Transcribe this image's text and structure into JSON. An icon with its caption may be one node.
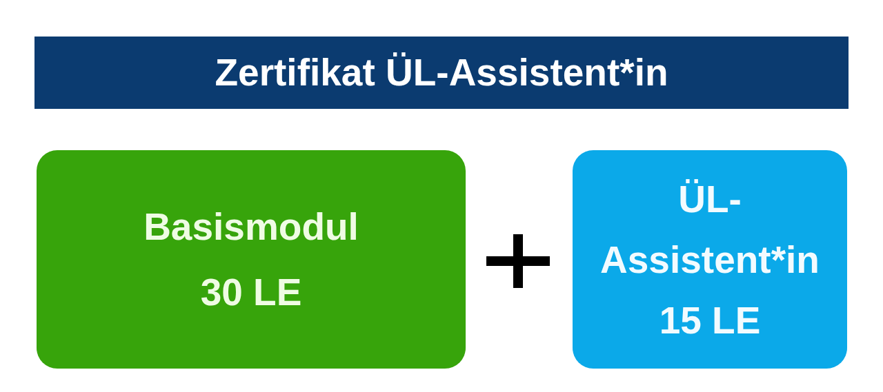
{
  "diagram": {
    "title": "Zertifikat ÜL-Assistent*in",
    "nodes": [
      {
        "text": [
          "Basismodul",
          "30 LE"
        ]
      },
      {
        "text": [
          "ÜL-Assistent*in",
          "15 LE"
        ]
      }
    ]
  }
}
